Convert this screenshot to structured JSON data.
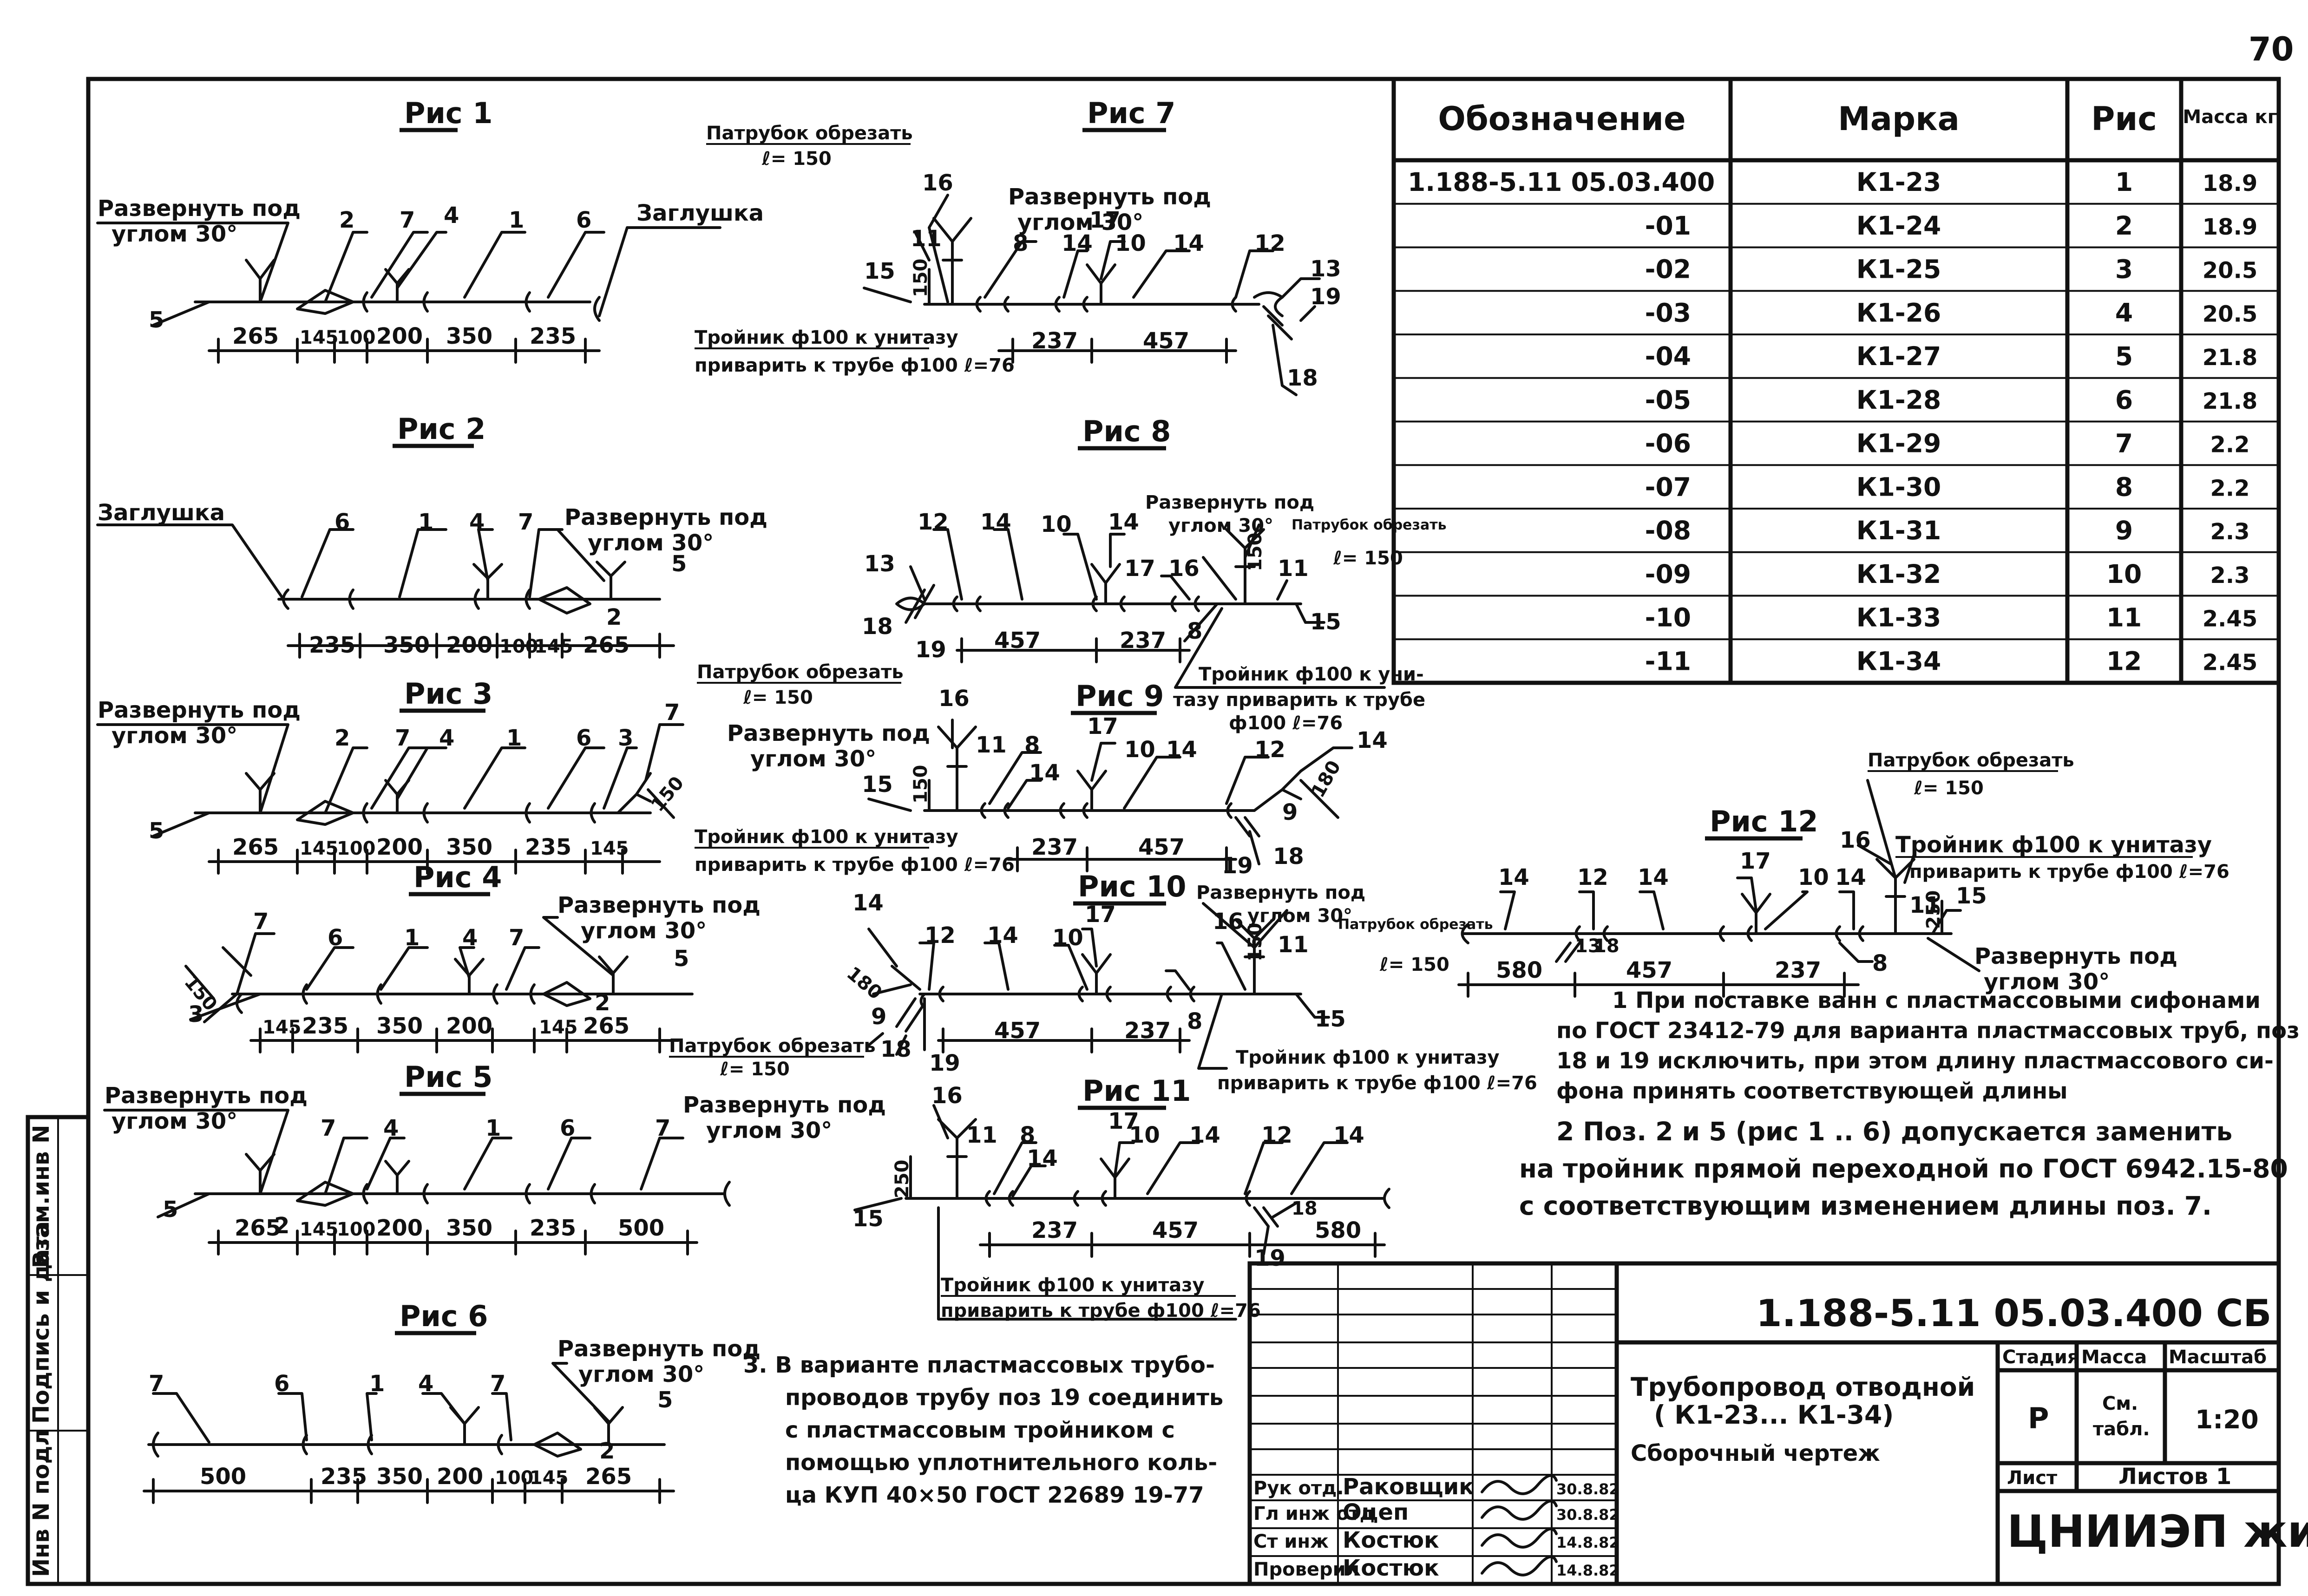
{
  "sheet": {
    "page_number": "70",
    "stamp_vertical": [
      "Инв N подл",
      "Подпись и дата",
      "Взам.инв N"
    ]
  },
  "spec_table": {
    "headers": [
      "Обозначение",
      "Марка",
      "Рис",
      "Масса кг"
    ],
    "rows": [
      {
        "code": "1.188-5.11     05.03.400",
        "mark": "К1-23",
        "fig": "1",
        "mass": "18.9"
      },
      {
        "code": "-01",
        "mark": "К1-24",
        "fig": "2",
        "mass": "18.9"
      },
      {
        "code": "-02",
        "mark": "К1-25",
        "fig": "3",
        "mass": "20.5"
      },
      {
        "code": "-03",
        "mark": "К1-26",
        "fig": "4",
        "mass": "20.5"
      },
      {
        "code": "-04",
        "mark": "К1-27",
        "fig": "5",
        "mass": "21.8"
      },
      {
        "code": "-05",
        "mark": "К1-28",
        "fig": "6",
        "mass": "21.8"
      },
      {
        "code": "-06",
        "mark": "К1-29",
        "fig": "7",
        "mass": "2.2"
      },
      {
        "code": "-07",
        "mark": "К1-30",
        "fig": "8",
        "mass": "2.2"
      },
      {
        "code": "-08",
        "mark": "К1-31",
        "fig": "9",
        "mass": "2.3"
      },
      {
        "code": "-09",
        "mark": "К1-32",
        "fig": "10",
        "mass": "2.3"
      },
      {
        "code": "-10",
        "mark": "К1-33",
        "fig": "11",
        "mass": "2.45"
      },
      {
        "code": "-11",
        "mark": "К1-34",
        "fig": "12",
        "mass": "2.45"
      }
    ]
  },
  "labels": {
    "rotate": "Развернуть под",
    "angle": "углом 30°",
    "plug": "Заглушка",
    "cut_pipe": "Патрубок обрезать",
    "cut_len": "ℓ= 150",
    "tee": "Тройник ф100 к унитазу",
    "weld": "приварить к трубе ф100 ℓ=76",
    "tee_short": "Тройник ф100 к уни-",
    "weld_short1": "тазу приварить к трубе",
    "weld_short2": "ф100  ℓ=76"
  },
  "figures": {
    "f1": {
      "title": "Рис 1",
      "dims": [
        "265",
        "145",
        "100",
        "200",
        "350",
        "235"
      ],
      "pos": [
        "5",
        "2",
        "7",
        "4",
        "1",
        "6"
      ]
    },
    "f2": {
      "title": "Рис 2",
      "dims": [
        "235",
        "350",
        "200",
        "100",
        "145",
        "265"
      ],
      "pos": [
        "6",
        "1",
        "4",
        "7",
        "2",
        "5"
      ]
    },
    "f3": {
      "title": "Рис 3",
      "dims": [
        "265",
        "145",
        "100",
        "200",
        "350",
        "235",
        "145"
      ],
      "pos": [
        "5",
        "2",
        "7",
        "4",
        "1",
        "6",
        "3",
        "7"
      ],
      "extra": "150"
    },
    "f4": {
      "title": "Рис 4",
      "dims": [
        "145",
        "235",
        "350",
        "200",
        "145",
        "265"
      ],
      "pos": [
        "7",
        "6",
        "1",
        "4",
        "7",
        "3",
        "2",
        "5"
      ],
      "extra": "150"
    },
    "f5": {
      "title": "Рис 5",
      "dims": [
        "265",
        "145",
        "100",
        "200",
        "350",
        "235",
        "500"
      ],
      "pos": [
        "5",
        "2",
        "7",
        "4",
        "1",
        "6",
        "7"
      ]
    },
    "f6": {
      "title": "Рис 6",
      "dims": [
        "500",
        "235",
        "350",
        "200",
        "100",
        "145",
        "265"
      ],
      "pos": [
        "7",
        "6",
        "1",
        "4",
        "7",
        "2",
        "5"
      ]
    },
    "f7": {
      "title": "Рис 7",
      "dims": [
        "237",
        "457"
      ],
      "pos": [
        "16",
        "11",
        "15",
        "8",
        "14",
        "17",
        "10",
        "14",
        "12",
        "13",
        "19",
        "18"
      ],
      "v": "150"
    },
    "f8": {
      "title": "Рис 8",
      "dims": [
        "457",
        "237"
      ],
      "pos": [
        "12",
        "14",
        "10",
        "14",
        "17",
        "13",
        "18",
        "19",
        "16",
        "8",
        "11",
        "15"
      ],
      "v": "150"
    },
    "f9": {
      "title": "Рис 9",
      "dims": [
        "237",
        "457"
      ],
      "pos": [
        "16",
        "11",
        "8",
        "14",
        "17",
        "10",
        "14",
        "12",
        "14",
        "15",
        "19",
        "18",
        "9"
      ],
      "extra": "180",
      "v": "150"
    },
    "f10": {
      "title": "Рис 10",
      "dims": [
        "457",
        "237"
      ],
      "pos": [
        "14",
        "12",
        "14",
        "10",
        "17",
        "9",
        "18",
        "19",
        "8",
        "16",
        "11",
        "15"
      ],
      "extra": "180",
      "v": "150"
    },
    "f11": {
      "title": "Рис 11",
      "dims": [
        "237",
        "457",
        "580"
      ],
      "pos": [
        "16",
        "11",
        "15",
        "8",
        "14",
        "17",
        "10",
        "14",
        "12",
        "14",
        "18",
        "19"
      ],
      "v": "250"
    },
    "f12": {
      "title": "Рис 12",
      "dims": [
        "580",
        "457",
        "237"
      ],
      "pos": [
        "14",
        "12",
        "14",
        "17",
        "10",
        "14",
        "16",
        "11",
        "15",
        "13",
        "18",
        "8"
      ],
      "v": "250"
    }
  },
  "notes": {
    "n1": [
      "1  При поставке ванн с пластмассовыми сифонами",
      "по ГОСТ 23412-79 для варианта пластмассовых труб, поз",
      "18 и 19 исключить, при этом длину пластмассового си-",
      "фона принять соответствующей длины"
    ],
    "n2": [
      "2  Поз. 2 и 5 (рис 1 .. 6) допускается заменить",
      "на тройник прямой переходной по ГОСТ 6942.15-80",
      "с соответствующим изменением длины поз. 7."
    ],
    "n3": [
      "3. В варианте пластмассовых трубо-",
      "проводов трубу поз 19  соединить",
      "с пластмассовым тройником с",
      "помощью уплотнительного коль-",
      "ца КУП 40×50   ГОСТ 22689 19-77"
    ]
  },
  "title_block": {
    "doc_code": "1.188-5.11      05.03.400 СБ",
    "title_lines": [
      "Трубопровод отводной",
      "( К1-23... К1-34)",
      "Сборочный чертеж"
    ],
    "stage_header": "Стадия",
    "mass_header": "Масса",
    "scale_header": "Масштаб",
    "stage": "Р",
    "mass_lines": [
      "См.",
      "табл."
    ],
    "scale": "1:20",
    "sheet_label": "Лист",
    "sheets_label": "Листов 1",
    "org": "ЦНИИЭП жилища",
    "staff": [
      {
        "role": "Рук отд.",
        "name": "Раковщик",
        "date": "30.8.82"
      },
      {
        "role": "Гл инж отд",
        "name": "Оцеп",
        "date": "30.8.82"
      },
      {
        "role": "Ст инж",
        "name": "Костюк",
        "date": "14.8.82"
      },
      {
        "role": "Проверил",
        "name": "Костюк",
        "date": "14.8.82"
      }
    ]
  }
}
